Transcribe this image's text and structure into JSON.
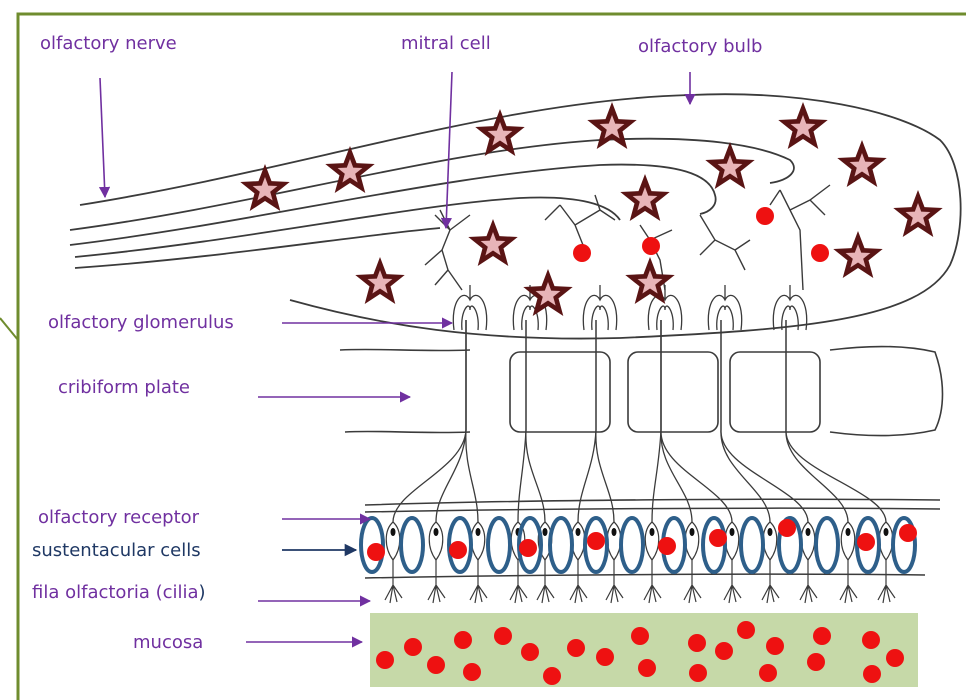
{
  "colors": {
    "frame": "#6f8c2e",
    "line": "#3b3b3b",
    "label": "#7030a0",
    "label_dark": "#1f3864",
    "arrow_dark": "#1f3864",
    "star_fill": "#e8b4b8",
    "star_outline": "#5a1414",
    "dot": "#ee1111",
    "ring": "#2e5f8a",
    "mucosa": "#c6d9a8"
  },
  "labels": {
    "olfactory_nerve": "olfactory nerve",
    "mitral_cell": "mitral cell",
    "olfactory_bulb": "olfactory bulb",
    "olfactory_glomerulus": "olfactory glomerulus",
    "cribiform_plate": "cribiform plate",
    "olfactory_receptor": "olfactory receptor",
    "sustentacular_cells": "sustentacular cells",
    "fila_olfactoria": "fila olfactoria (cilia",
    "fila_olfactoria_paren": ")",
    "mucosa": "mucosa"
  },
  "icons": {
    "neuron_star": "star-icon",
    "red_dot": "circle-icon"
  }
}
